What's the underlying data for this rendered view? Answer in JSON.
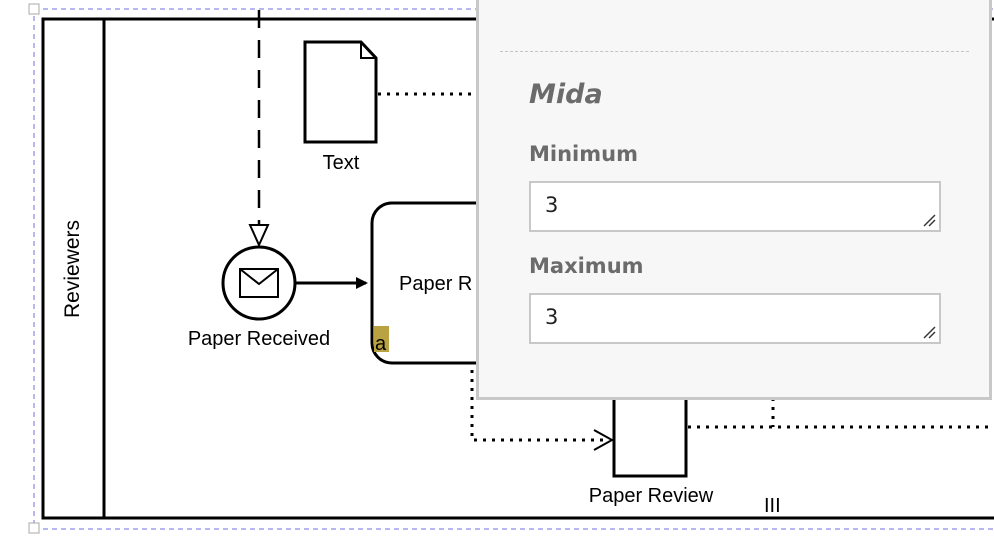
{
  "diagram": {
    "lane_label": "Reviewers",
    "data_object_label": "Text",
    "event_label": "Paper Received",
    "task_label_partial": "Paper R",
    "task_marker_text": "a",
    "subtask_label": "Paper Review",
    "multi_instance_marker": "III",
    "colors": {
      "stroke": "#000000",
      "selection": "#8a8ae6",
      "marker": "#b9a241"
    }
  },
  "panel": {
    "section_title": "Mida",
    "minimum_label": "Minimum",
    "minimum_value": "3",
    "maximum_label": "Maximum",
    "maximum_value": "3"
  }
}
